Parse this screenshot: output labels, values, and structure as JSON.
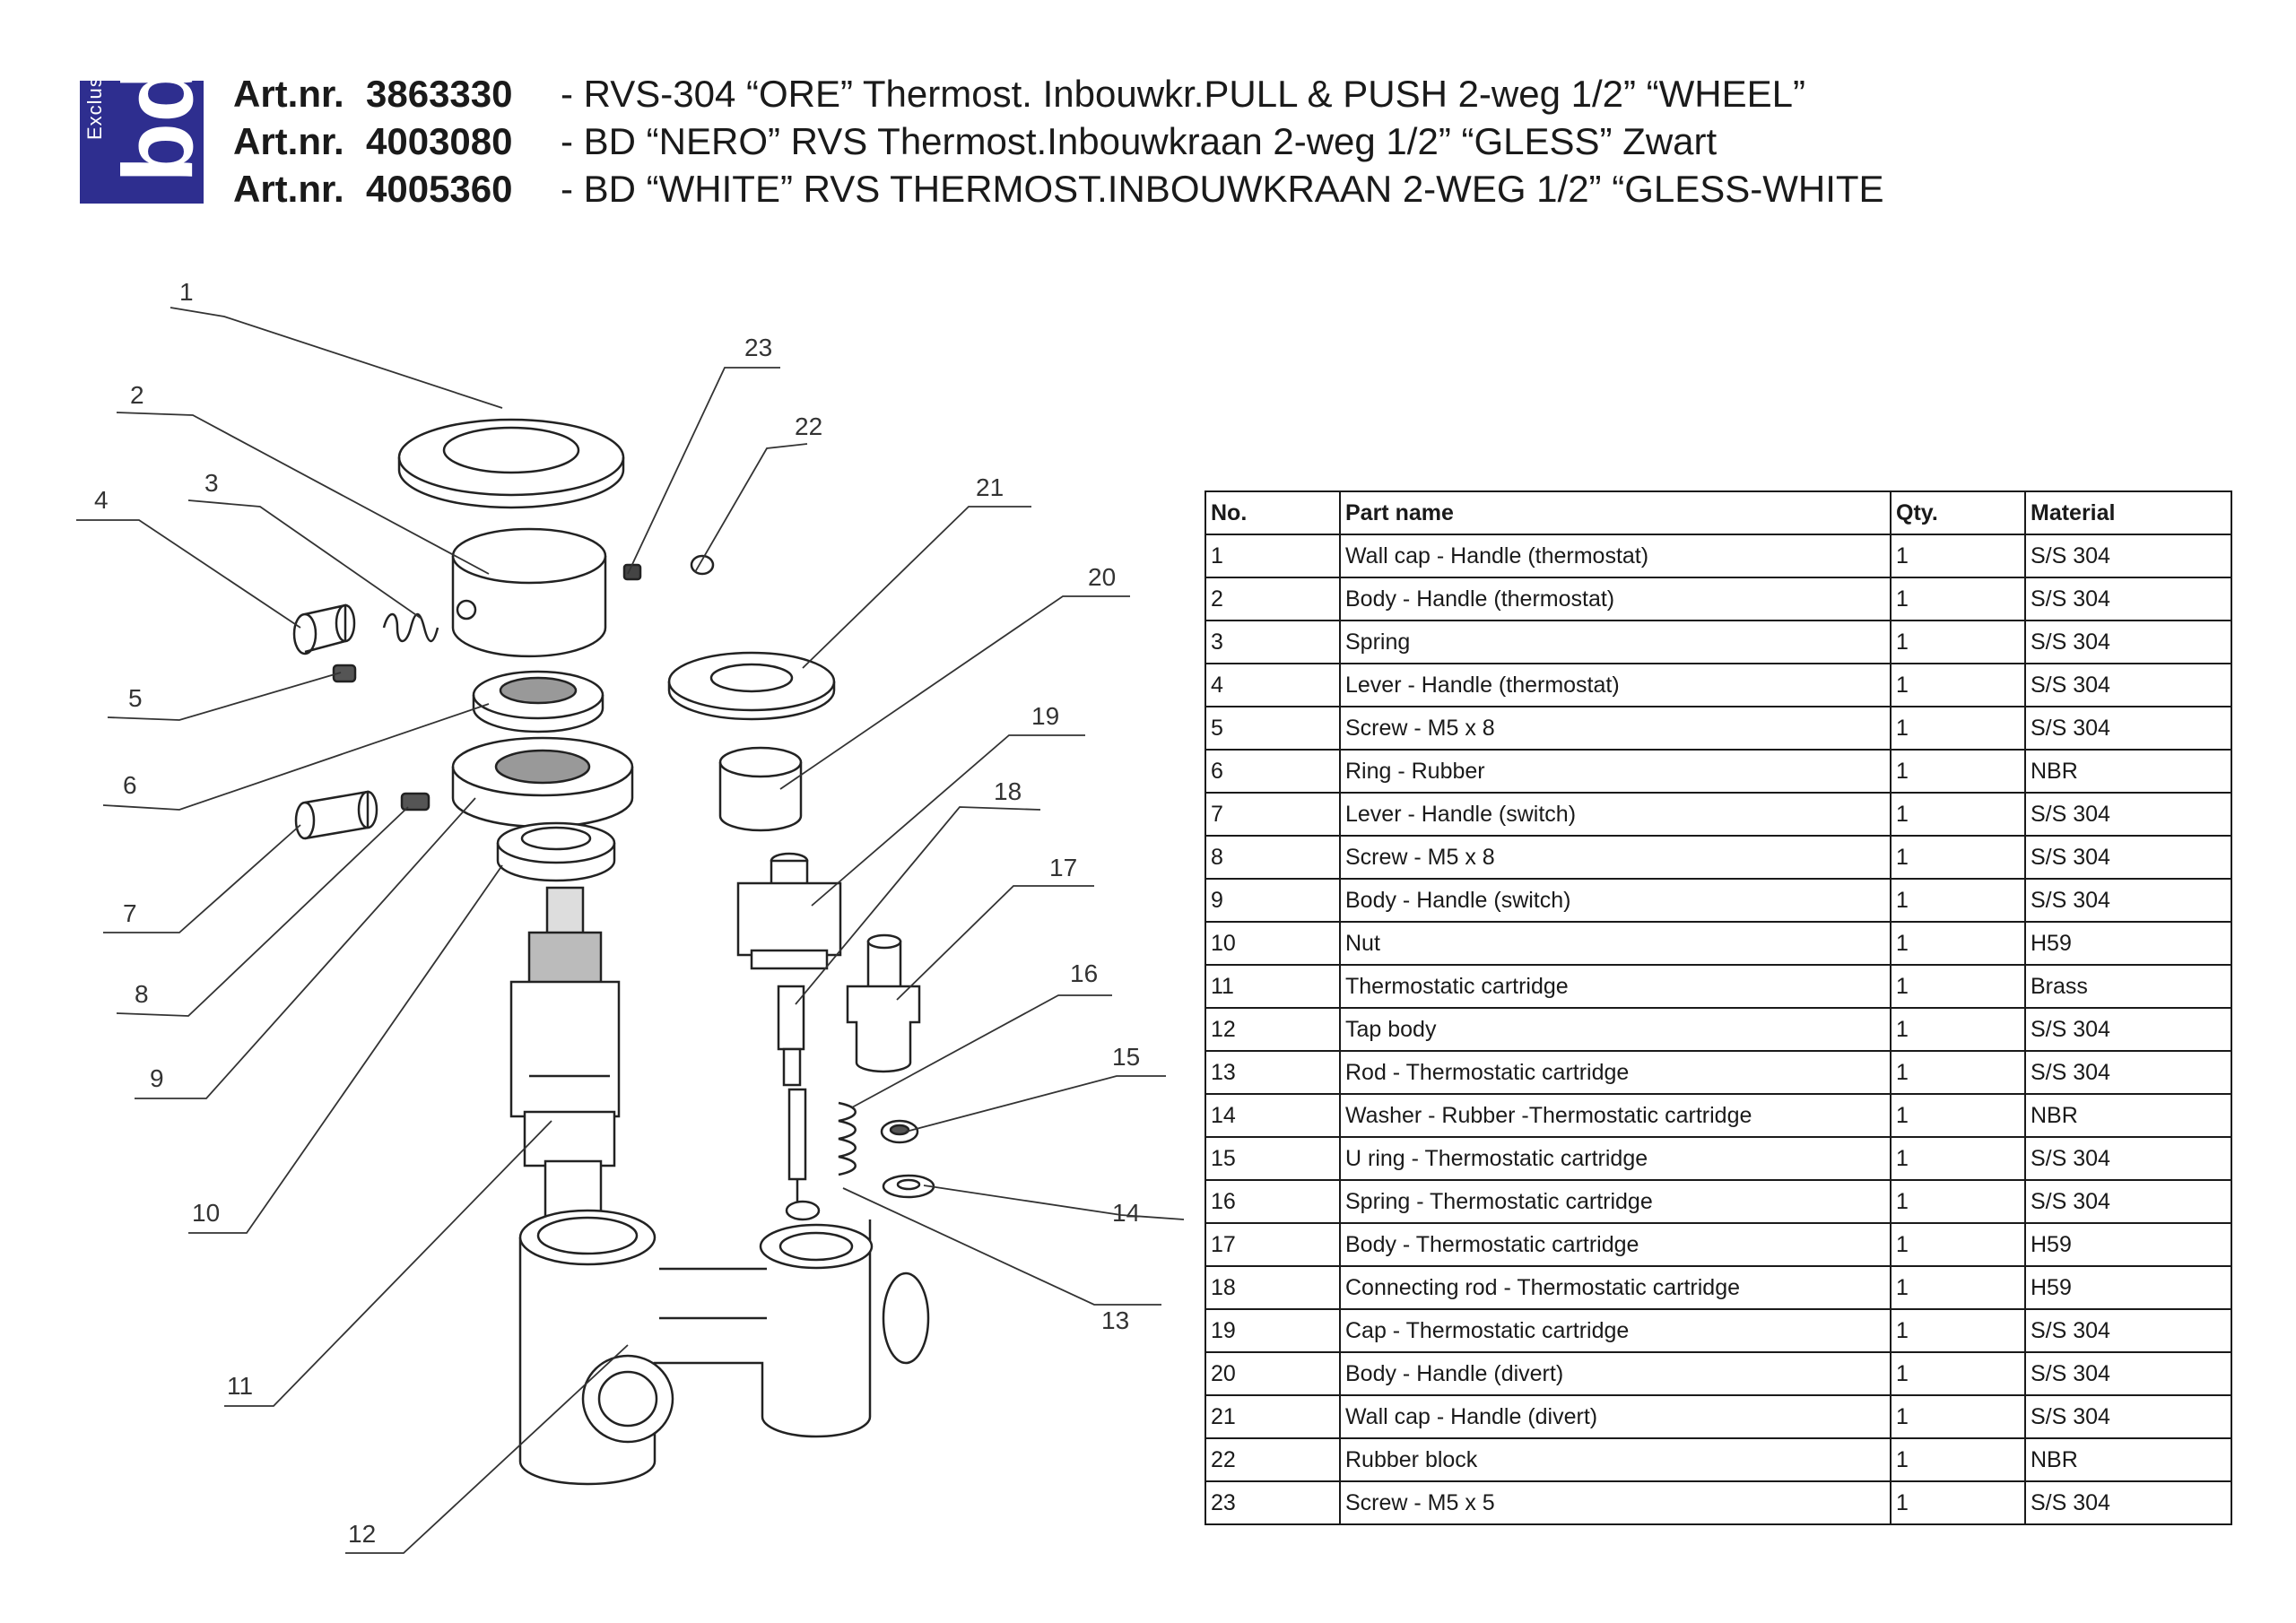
{
  "logo": {
    "subtitle": "Exclusive",
    "mark": "bd",
    "registered": "®"
  },
  "header": [
    {
      "label": "Art.nr.",
      "number": "3863330",
      "description": "- RVS-304 “ORE” Thermost. Inbouwkr.PULL & PUSH 2-weg 1/2” “WHEEL”"
    },
    {
      "label": "Art.nr.",
      "number": "4003080",
      "description": "- BD “NERO” RVS Thermost.Inbouwkraan 2-weg 1/2” “GLESS” Zwart"
    },
    {
      "label": "Art.nr.",
      "number": "4005360",
      "description": "- BD “WHITE” RVS THERMOST.INBOUWKRAAN 2-WEG 1/2” “GLESS-WHITE"
    }
  ],
  "callouts": [
    "1",
    "2",
    "3",
    "4",
    "5",
    "6",
    "7",
    "8",
    "9",
    "10",
    "11",
    "12",
    "13",
    "14",
    "15",
    "16",
    "17",
    "18",
    "19",
    "20",
    "21",
    "22",
    "23"
  ],
  "table": {
    "headers": [
      "No.",
      "Part name",
      "Qty.",
      "Material"
    ],
    "rows": [
      [
        "1",
        "Wall cap - Handle (thermostat)",
        "1",
        "S/S 304"
      ],
      [
        "2",
        "Body - Handle (thermostat)",
        "1",
        "S/S 304"
      ],
      [
        "3",
        "Spring",
        "1",
        "S/S 304"
      ],
      [
        "4",
        "Lever - Handle (thermostat)",
        "1",
        "S/S 304"
      ],
      [
        "5",
        "Screw - M5 x 8",
        "1",
        "S/S 304"
      ],
      [
        "6",
        "Ring - Rubber",
        "1",
        "NBR"
      ],
      [
        "7",
        "Lever - Handle (switch)",
        "1",
        "S/S 304"
      ],
      [
        "8",
        "Screw - M5 x 8",
        "1",
        "S/S 304"
      ],
      [
        "9",
        "Body - Handle (switch)",
        "1",
        "S/S 304"
      ],
      [
        "10",
        "Nut",
        "1",
        "H59"
      ],
      [
        "11",
        "Thermostatic cartridge",
        "1",
        "Brass"
      ],
      [
        "12",
        "Tap body",
        "1",
        "S/S 304"
      ],
      [
        "13",
        "Rod - Thermostatic cartridge",
        "1",
        "S/S 304"
      ],
      [
        "14",
        "Washer - Rubber -Thermostatic cartridge",
        "1",
        "NBR"
      ],
      [
        "15",
        "U ring - Thermostatic cartridge",
        "1",
        "S/S 304"
      ],
      [
        "16",
        "Spring - Thermostatic cartridge",
        "1",
        "S/S 304"
      ],
      [
        "17",
        "Body - Thermostatic cartridge",
        "1",
        "H59"
      ],
      [
        "18",
        "Connecting rod - Thermostatic cartridge",
        "1",
        "H59"
      ],
      [
        "19",
        "Cap - Thermostatic cartridge",
        "1",
        "S/S 304"
      ],
      [
        "20",
        "Body - Handle (divert)",
        "1",
        "S/S 304"
      ],
      [
        "21",
        "Wall cap - Handle (divert)",
        "1",
        "S/S 304"
      ],
      [
        "22",
        "Rubber block",
        "1",
        "NBR"
      ],
      [
        "23",
        "Screw - M5 x 5",
        "1",
        "S/S 304"
      ]
    ]
  }
}
